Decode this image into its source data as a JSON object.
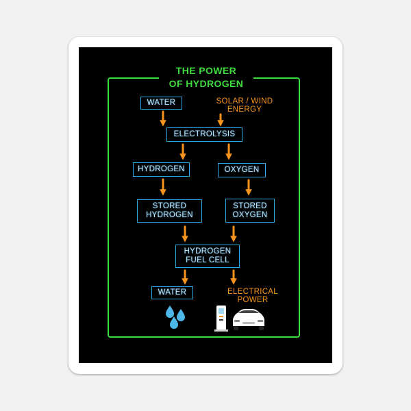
{
  "diagram": {
    "title": "THE POWER\nOF HYDROGEN",
    "nodes": {
      "water_in": "WATER",
      "energy_source": "SOLAR / WIND\nENERGY",
      "electrolysis": "ELECTROLYSIS",
      "hydrogen": "HYDROGEN",
      "oxygen": "OXYGEN",
      "stored_hydrogen": "STORED\nHYDROGEN",
      "stored_oxygen": "STORED\nOXYGEN",
      "fuel_cell": "HYDROGEN\nFUEL CELL",
      "water_out": "WATER",
      "electrical_power": "ELECTRICAL\nPOWER"
    },
    "edges": [
      [
        "water_in",
        "electrolysis"
      ],
      [
        "energy_source",
        "electrolysis"
      ],
      [
        "electrolysis",
        "hydrogen"
      ],
      [
        "electrolysis",
        "oxygen"
      ],
      [
        "hydrogen",
        "stored_hydrogen"
      ],
      [
        "oxygen",
        "stored_oxygen"
      ],
      [
        "stored_hydrogen",
        "fuel_cell"
      ],
      [
        "stored_oxygen",
        "fuel_cell"
      ],
      [
        "fuel_cell",
        "water_out"
      ],
      [
        "fuel_cell",
        "electrical_power"
      ]
    ],
    "icons": [
      "water-drops-icon",
      "charging-station-icon",
      "electric-car-icon"
    ],
    "colors": {
      "frame": "#3fdc3f",
      "node_border": "#2aa8e0",
      "node_text": "#b7e6ff",
      "arrow": "#f7941d",
      "water_drop": "#4db8e8",
      "background": "#000000"
    }
  }
}
